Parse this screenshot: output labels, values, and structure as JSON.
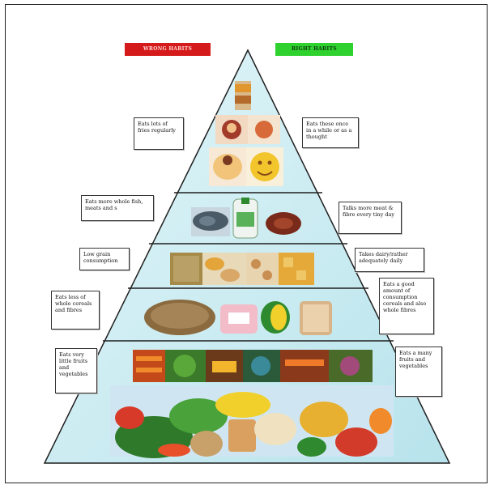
{
  "header": {
    "wrong_habits": "WRONG HABITS",
    "right_habits": "RIGHT HABITS"
  },
  "left_notes": [
    "Eats lots of fries regularly",
    "Eats more whole fish, meats and s",
    "Low grain consumption",
    "Eats less of whole cereals and fibres",
    "Eats very little fruits and vegetables"
  ],
  "right_notes": [
    "Eats these once in a while or as a thought",
    "Talks more meat & fibre every tiny day",
    "Takes dairy/rather adequately daily",
    "Eats a good amount of consumption cereals and also whole fibres",
    "Eats a many fruits and vegetables"
  ],
  "icons": [
    "cake-icon",
    "fish-icon",
    "milk-bottle-icon",
    "meat-icon",
    "bread-icon",
    "fruit-icon",
    "vegetable-icon"
  ],
  "colors": {
    "pyramid_fill": "#c9edf3",
    "pyramid_stroke": "#1f1f1f",
    "wrong": "#d41a1a",
    "right": "#2fd12f"
  }
}
